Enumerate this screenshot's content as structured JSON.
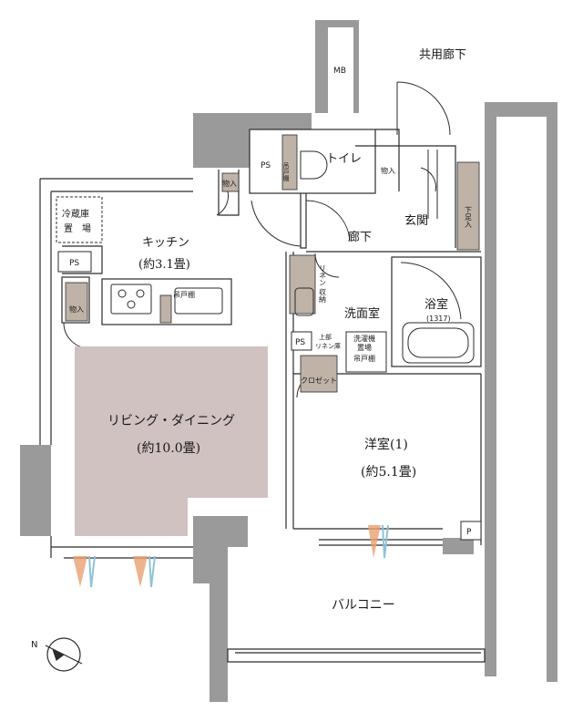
{
  "labels": {
    "common_corridor": "共用廊下",
    "mb": "MB",
    "ps_toilet": "PS",
    "toilet": "トイレ",
    "hanging_toilet": "吊戸棚",
    "storage_entrance": "物入",
    "shoe_cabinet": "下足入",
    "entrance": "玄関",
    "storage_kitchen": "物入",
    "fridge_line1": "冷蔵庫",
    "fridge_line2": "置　場",
    "kitchen": "キッチン",
    "kitchen_area": "(約3.1畳)",
    "corridor": "廊下",
    "ps_kitchen": "PS",
    "hanging_kitchen": "吊戸棚",
    "storage_left": "物入",
    "linen_vertical": "収納",
    "linen_vertical2": "リネン",
    "washroom": "洗面室",
    "bathroom": "浴室",
    "bath_size": "(1317)",
    "ps_wash": "PS",
    "upper_linen_line1": "上部",
    "upper_linen_line2": "リネン庫",
    "laundry_line1": "洗濯機",
    "laundry_line2": "置場",
    "hanging_wash": "吊戸棚",
    "closet": "クロゼット",
    "living": "リビング・ダイニング",
    "living_area": "(約10.0畳)",
    "bedroom": "洋室(1)",
    "bedroom_area": "(約5.1畳)",
    "p_mark": "P",
    "balcony": "バルコニー",
    "compass_n": "N"
  },
  "colors": {
    "wall": "#9a9a9a",
    "wall_dark": "#7f7f7f",
    "line": "#2b2b2b",
    "living_fill": "#cfc2c0",
    "storage_fill": "#bfb3a8",
    "vent_orange": "#e8a070",
    "vent_blue": "#8fc3d8"
  }
}
